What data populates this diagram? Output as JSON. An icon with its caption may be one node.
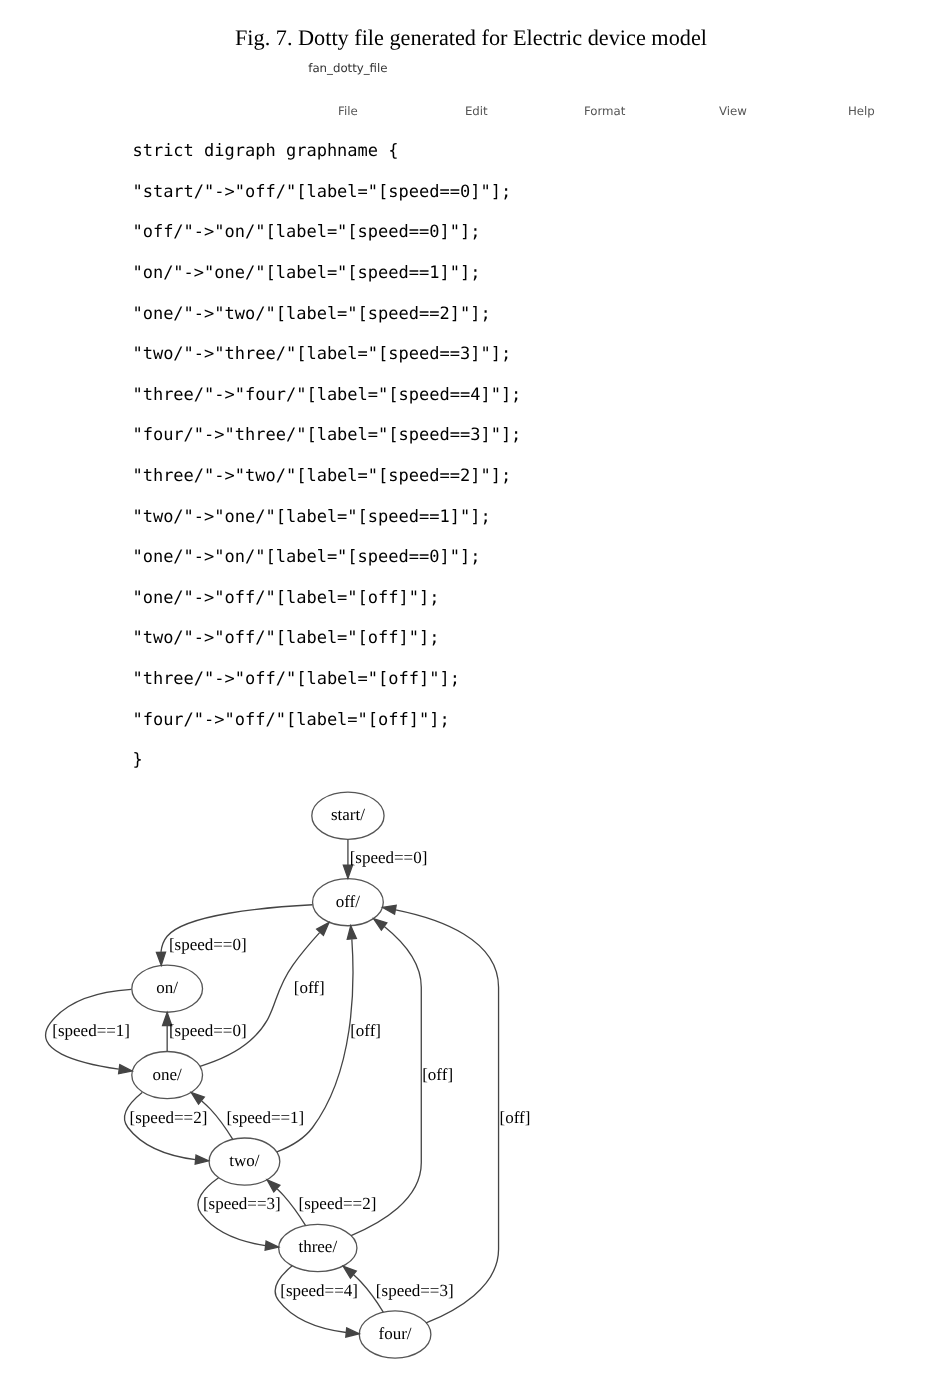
{
  "diagram": {
    "caption": "Fig. 7. Dotty file generated for Electric device model",
    "nodes": [
      {
        "text": [
          "start/"
        ]
      },
      {
        "text": [
          "off/"
        ]
      },
      {
        "text": [
          "on/"
        ]
      },
      {
        "text": [
          "one/"
        ]
      },
      {
        "text": [
          "two/"
        ]
      },
      {
        "text": [
          "three/"
        ]
      },
      {
        "text": [
          "four/"
        ]
      }
    ],
    "edges": [
      {
        "from": 0,
        "to": 1,
        "arrow": "to",
        "label": "[speed==0]"
      },
      {
        "from": 1,
        "to": 2,
        "arrow": "to",
        "label": "[speed==0]"
      },
      {
        "from": 2,
        "to": 3,
        "arrow": "to",
        "label": "[speed==1]"
      },
      {
        "from": 3,
        "to": 4,
        "arrow": "to",
        "label": "[speed==2]"
      },
      {
        "from": 4,
        "to": 5,
        "arrow": "to",
        "label": "[speed==3]"
      },
      {
        "from": 5,
        "to": 6,
        "arrow": "to",
        "label": "[speed==4]"
      },
      {
        "from": 6,
        "to": 5,
        "arrow": "to",
        "label": "[speed==3]"
      },
      {
        "from": 5,
        "to": 4,
        "arrow": "to",
        "label": "[speed==2]"
      },
      {
        "from": 4,
        "to": 3,
        "arrow": "to",
        "label": "[speed==1]"
      },
      {
        "from": 3,
        "to": 2,
        "arrow": "to",
        "label": "[speed==0]"
      },
      {
        "from": 3,
        "to": 1,
        "arrow": "to",
        "label": "[off]"
      },
      {
        "from": 4,
        "to": 1,
        "arrow": "to",
        "label": "[off]"
      },
      {
        "from": 5,
        "to": 1,
        "arrow": "to",
        "label": "[off]"
      },
      {
        "from": 6,
        "to": 1,
        "arrow": "to",
        "label": "[off]"
      }
    ],
    "labels": [
      "fan_dotty_file",
      "File",
      "Edit",
      "Format",
      "View",
      "Help",
      "strict digraph graphname {",
      "\"start/\"->\"off/\"[label=\"[speed==0]\"];",
      "\"off/\"->\"on/\"[label=\"[speed==0]\"];",
      "\"on/\"->\"one/\"[label=\"[speed==1]\"];",
      "\"one/\"->\"two/\"[label=\"[speed==2]\"];",
      "\"two/\"->\"three/\"[label=\"[speed==3]\"];",
      "\"three/\"->\"four/\"[label=\"[speed==4]\"];",
      "\"four/\"->\"three/\"[label=\"[speed==3]\"];",
      "\"three/\"->\"two/\"[label=\"[speed==2]\"];",
      "\"two/\"->\"one/\"[label=\"[speed==1]\"];",
      "\"one/\"->\"on/\"[label=\"[speed==0]\"];",
      "\"one/\"->\"off/\"[label=\"[off]\"];",
      "\"two/\"->\"off/\"[label=\"[off]\"];",
      "\"three/\"->\"off/\"[label=\"[off]\"];",
      "\"four/\"->\"off/\"[label=\"[off]\"];",
      "}"
    ]
  }
}
